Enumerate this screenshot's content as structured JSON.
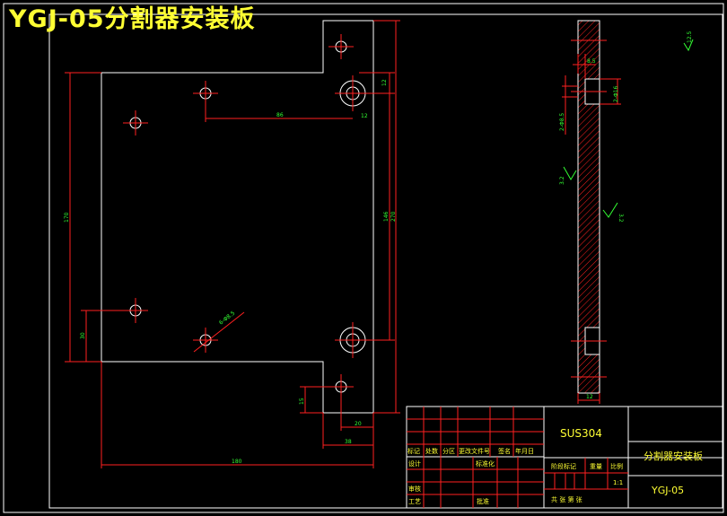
{
  "title": "YGJ-05分割器安装板",
  "colors": {
    "outline": "#ffffff",
    "dimension": "#ff2020",
    "dim_text": "#33ff33",
    "hatch": "#ff2020",
    "block_line": "#ff2020",
    "title_text": "#ffff33",
    "annotation": "#33ff33"
  },
  "dimensions": {
    "d86": "86",
    "d12a": "12",
    "d12b": "12",
    "d170": "170",
    "d30": "30",
    "d146": "146",
    "d270": "270",
    "d15": "15",
    "d20": "20",
    "d38": "38",
    "d180": "180",
    "hole_callout": "6-Φ8.5"
  },
  "side": {
    "d85": "8.5",
    "d2_16": "2-Φ16",
    "d2_85": "2-Φ8.5",
    "rough1": "3.2",
    "rough2": "3.2",
    "d12": "12",
    "corner_rough": "12.5"
  },
  "title_block": {
    "material": "SUS304",
    "part_name": "分割器安装板",
    "drawing_no": "YGJ-05",
    "h_mark": "标记",
    "h_count": "处数",
    "h_zone": "分区",
    "h_change": "更改文件号",
    "h_sign": "签名",
    "h_date": "年月日",
    "h_design": "设计",
    "h_standard": "标准化",
    "h_stage": "阶段标记",
    "h_weight": "重量",
    "h_scale": "比例",
    "scale_value": "1:1",
    "h_review": "审核",
    "h_process": "工艺",
    "h_approve": "批准",
    "h_sheets": "共  张 第  张"
  }
}
